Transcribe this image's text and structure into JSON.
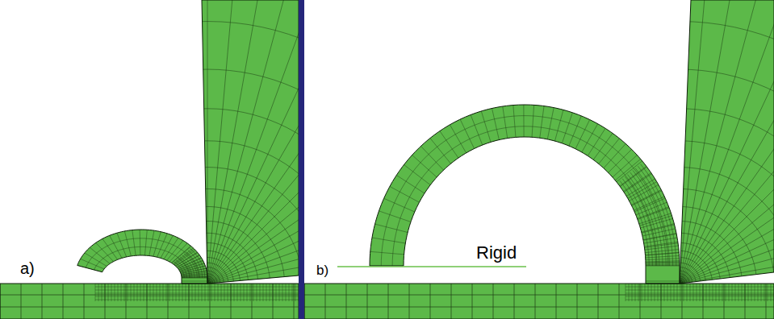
{
  "diagram": {
    "labels": [
      "a)",
      "b)",
      "Rigid"
    ]
  }
}
